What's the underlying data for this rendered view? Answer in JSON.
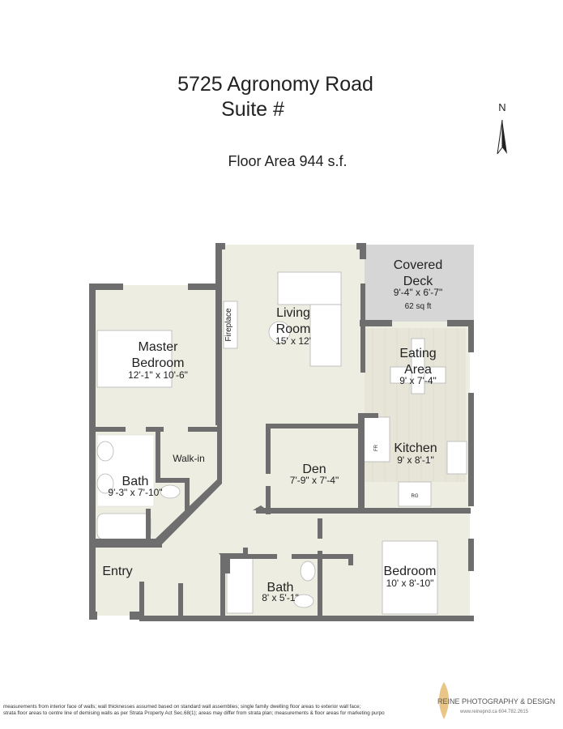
{
  "header": {
    "address": "5725 Agronomy Road",
    "suite": "Suite #",
    "floor_area": "Floor Area 944 s.f.",
    "north_label": "N"
  },
  "rooms": {
    "covered_deck": {
      "name_line1": "Covered",
      "name_line2": "Deck",
      "dims": "9'-4\" x 6'-7\"",
      "area": "62 sq ft"
    },
    "living_room": {
      "name_line1": "Living",
      "name_line2": "Room",
      "dims": "15' x 12'"
    },
    "master_bedroom": {
      "name_line1": "Master",
      "name_line2": "Bedroom",
      "dims": "12'-1\" x 10'-6\""
    },
    "eating_area": {
      "name_line1": "Eating",
      "name_line2": "Area",
      "dims": "9' x 7'-4\""
    },
    "kitchen": {
      "name": "Kitchen",
      "dims": "9' x 8'-1\""
    },
    "den": {
      "name": "Den",
      "dims": "7'-9\" x 7'-4\""
    },
    "walk_in": {
      "name": "Walk-in"
    },
    "master_bath": {
      "name": "Bath",
      "dims": "9'-3\" x 7'-10\""
    },
    "entry": {
      "name": "Entry"
    },
    "bath2": {
      "name": "Bath",
      "dims": "8' x 5'-1\""
    },
    "bedroom": {
      "name": "Bedroom",
      "dims": "10' x 8'-10\""
    }
  },
  "fixtures": {
    "fireplace": "Fireplace",
    "fridge": "FR",
    "range": "RG"
  },
  "footer": {
    "disclaimer_line1": "measurements from interior face of walls; wall thicknesses assumed based on standard wall assemblies; single family dwelling floor areas to exterior wall face;",
    "disclaimer_line2": "strata floor areas to centre line of demising walls as per Strata Property Act Sec.68(1); areas may differ from strata plan; measurements & floor areas for marketing purpo",
    "brand": "REINE PHOTOGRAPHY & DESIGN",
    "contact": "www.reinepnd.ca  604.782.2615"
  },
  "colors": {
    "wall": "#6e6e6e",
    "floor": "#eeede2",
    "deck": "#d6d6d6",
    "logo_leaf": "#e3b66a"
  }
}
